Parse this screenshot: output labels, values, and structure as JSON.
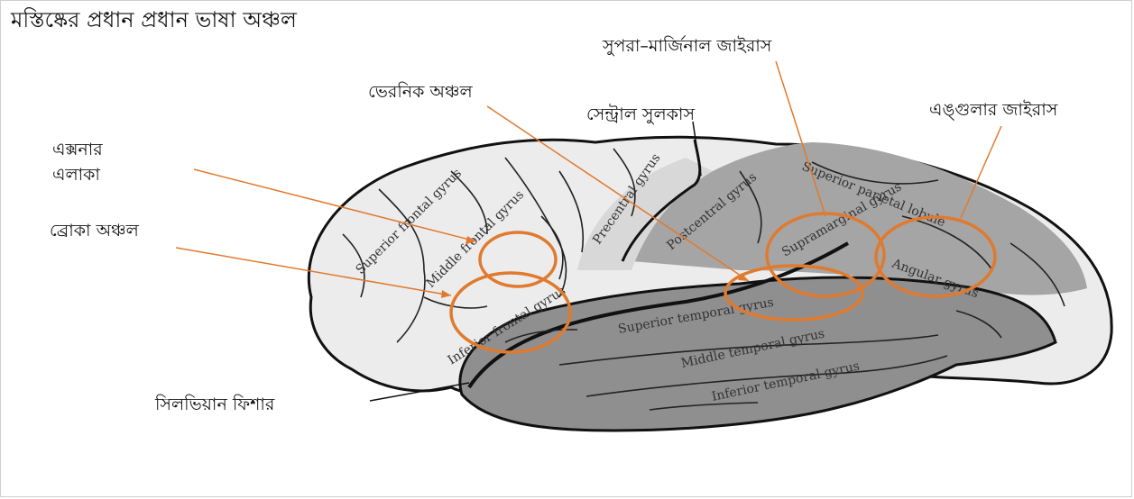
{
  "title": "মস্তিষ্কের প্রধান প্রধান ভাষা অঞ্চল",
  "labels": {
    "wernicke_top": "ভেরনিক অঞ্চল",
    "central_sulcus": "সেন্ট্রাল সুলকাস",
    "supramarginal": "সুপরা–মার্জিনাল জাইরাস",
    "angular": "এঙ্গুলার জাইরাস",
    "exner_line1": "এক্সনার",
    "exner_line2": "এলাকা",
    "broca": "ব্রোকা অঞ্চল",
    "sylvian": "সিলভিয়ান ফিশার"
  },
  "gyri": {
    "superior_frontal": "Superior frontal gyrus",
    "middle_frontal": "Middle frontal gyrus",
    "inferior_frontal": "Inferior frontal gyrus",
    "precentral": "Precentral gyrus",
    "postcentral": "Postcentral gyrus",
    "superior_parietal": "Superior parietal lobule",
    "supramarginal": "Supramarginal gyrus",
    "angular": "Angular gyrus",
    "superior_temporal": "Superior temporal gyrus",
    "middle_temporal": "Middle temporal gyrus",
    "inferior_temporal": "Inferior temporal gyrus"
  },
  "colors": {
    "highlight": "#e07a2e",
    "outline": "#111111",
    "frontal_fill": "#e9e9e9",
    "parietal_fill": "#9f9f9f",
    "temporal_fill": "#8e8e8e"
  }
}
